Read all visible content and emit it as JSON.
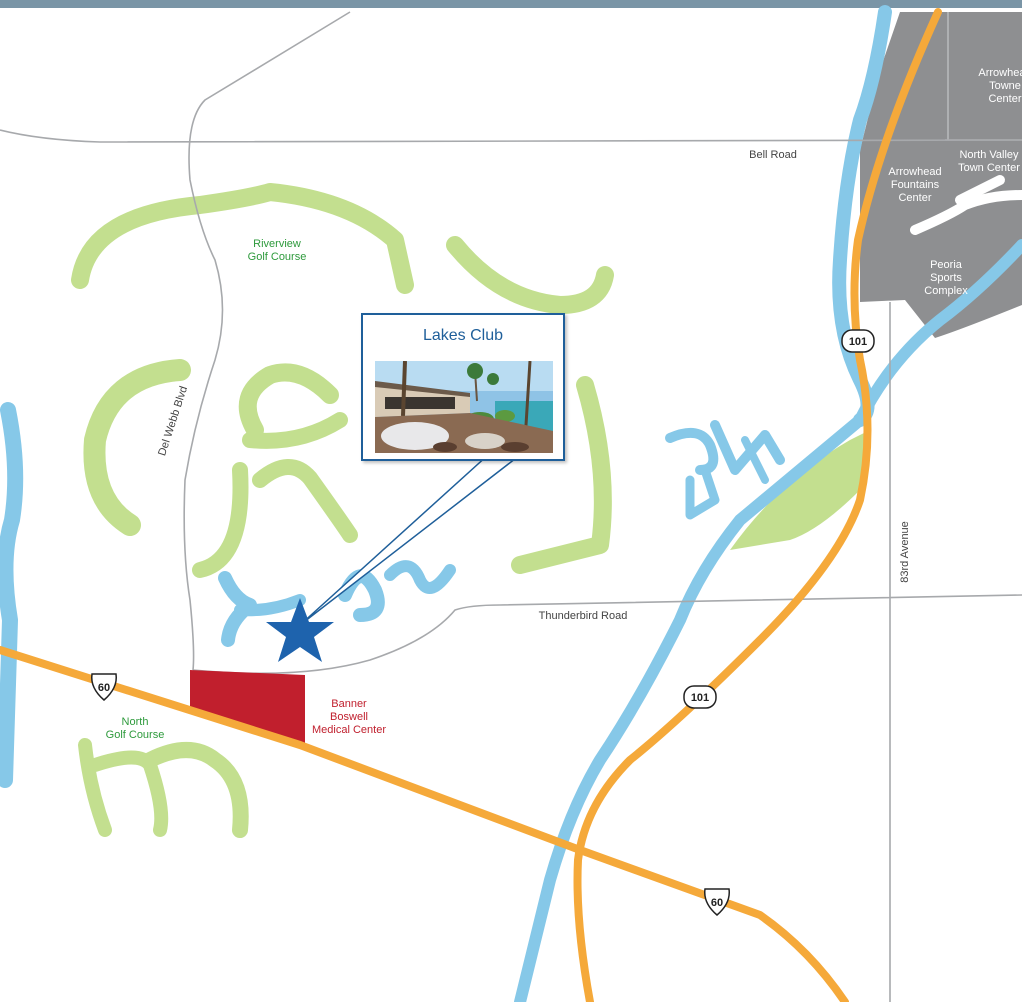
{
  "callout": {
    "title": "Lakes Club",
    "photo": "Lakes Club pool and clubhouse photo"
  },
  "roads": {
    "bell": "Bell Road",
    "thunderbird": "Thunderbird Road",
    "del_webb": "Del Webb Blvd",
    "avenue_83": "83rd Avenue"
  },
  "golf_courses": {
    "riverview_line1": "Riverview",
    "riverview_line2": "Golf Course",
    "north_line1": "North",
    "north_line2": "Golf Course"
  },
  "medical": {
    "line1": "Banner",
    "line2": "Boswell",
    "line3": "Medical Center"
  },
  "places": {
    "arrowhead_town_line1": "Arrowhead",
    "arrowhead_town_line2": "Towne",
    "arrowhead_town_line3": "Center",
    "north_valley_line1": "North Valley",
    "north_valley_line2": "Town Center",
    "arrowhead_fountains_line1": "Arrowhead",
    "arrowhead_fountains_line2": "Fountains",
    "arrowhead_fountains_line3": "Center",
    "peoria_line1": "Peoria",
    "peoria_line2": "Sports",
    "peoria_line3": "Complex"
  },
  "shields": {
    "us60_a": "60",
    "us60_b": "60",
    "loop101_a": "101",
    "loop101_b": "101"
  },
  "colors": {
    "water": "#86c8e8",
    "golf": "#c3df8f",
    "highway": "#f5a93a",
    "commercial": "#8e8f91",
    "medical": "#c11f2d",
    "marker": "#1e63ad",
    "road": "#a7a9ac",
    "top_bar": "#7a95a6"
  }
}
